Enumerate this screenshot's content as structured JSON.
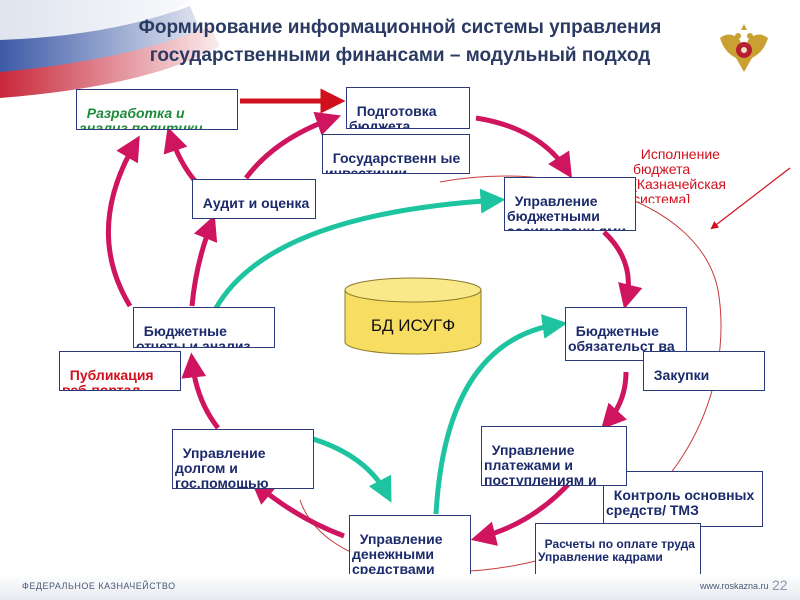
{
  "title_line1": "Формирование информационной системы управления",
  "title_line2": "государственными финансами – модульный подход",
  "database_label": "БД ИСУГФ",
  "nodes": {
    "policy": "Разработка и анализ политики",
    "budget_prep": "Подготовка бюджета",
    "gov_invest": "Государственн ые инвестиции",
    "audit": "Аудит и оценка",
    "execution": "Исполнение бюджета [Казначейская система]",
    "allocations": "Управление бюджетными ассигновани ями",
    "reports": "Бюджетные отчеты и анализ",
    "publication": "Публикация веб-портал",
    "obligations": "Бюджетные обязательст ва",
    "procurement": "Закупки",
    "debt": "Управление долгом и гос.помощью",
    "payments": "Управление платежами и поступлениям и",
    "assets": "Контроль основных средств/ ТМЗ",
    "cash": "Управление денежными средствами",
    "payroll": "Расчеты по оплате труда Управление кадрами"
  },
  "footer": {
    "left": "ФЕДЕРАЛЬНОЕ КАЗНАЧЕЙСТВО",
    "right": "www.roskazna.ru",
    "page": "22"
  },
  "colors": {
    "title": "#2a3a62",
    "main_arrow": "#d01560",
    "green_arrow": "#1ec4a0",
    "red_arrow": "#d0101c"
  }
}
